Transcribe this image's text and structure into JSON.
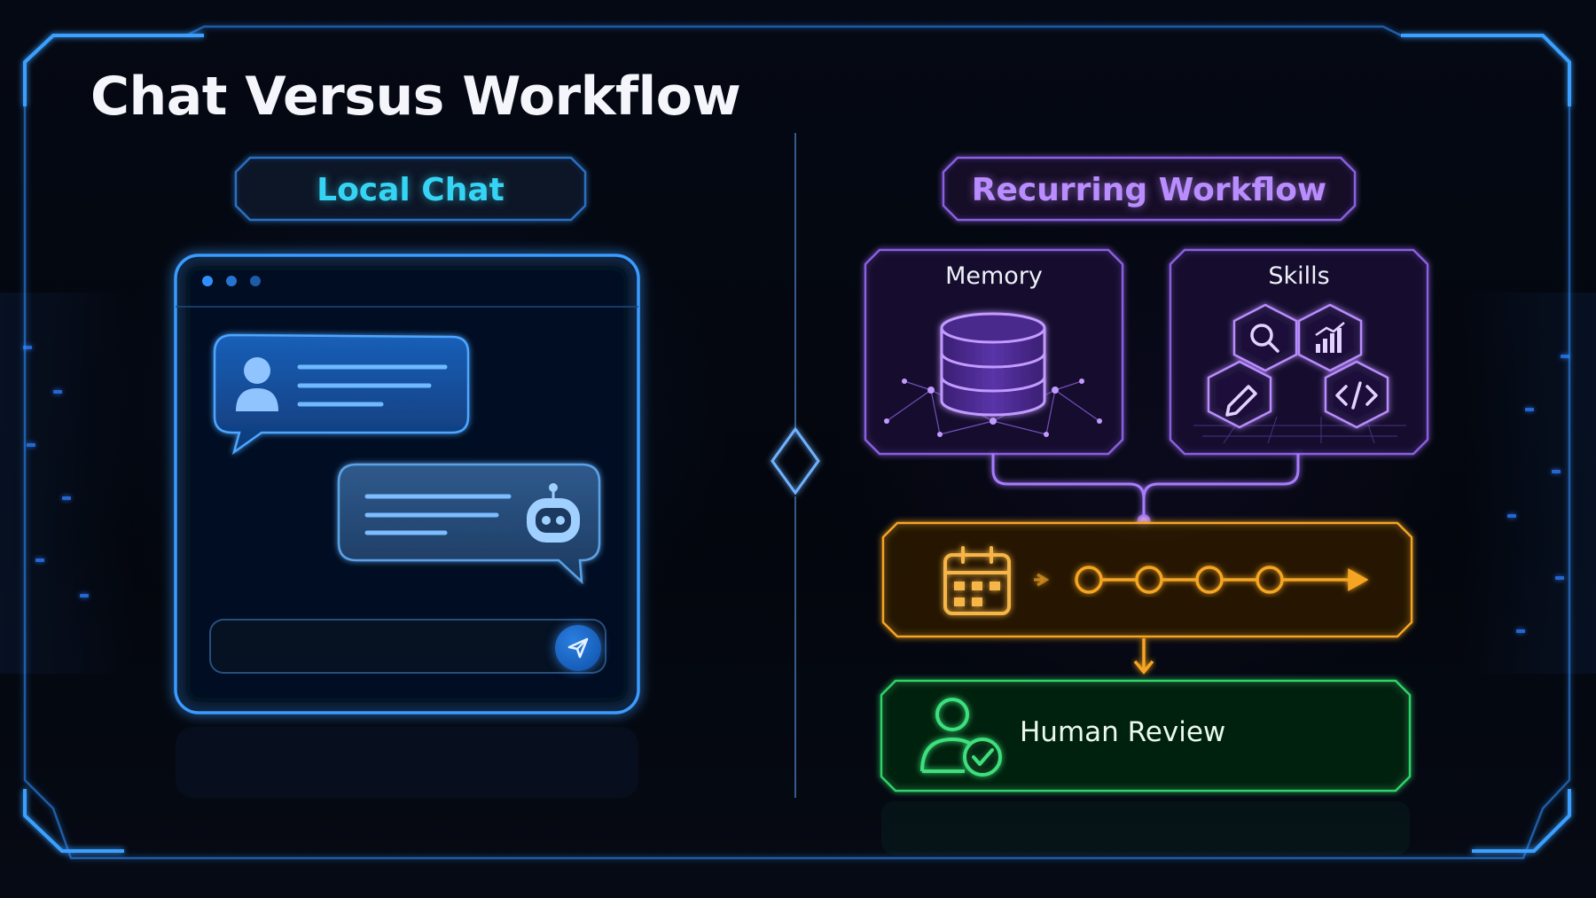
{
  "title": "Chat Versus Workflow",
  "left_panel": {
    "heading": "Local Chat"
  },
  "right_panel": {
    "heading": "Recurring Workflow",
    "memory_label": "Memory",
    "skills_label": "Skills",
    "review_label": "Human Review"
  },
  "icons": {
    "window_dots": "window-dots-icon",
    "user": "user-icon",
    "robot": "robot-icon",
    "send": "send-icon",
    "database": "database-icon",
    "search": "search-icon",
    "chart": "bar-chart-icon",
    "pencil": "pencil-icon",
    "code": "code-icon",
    "calendar": "calendar-icon",
    "review": "user-check-icon"
  },
  "colors": {
    "chat_accent": "#36d4f4",
    "chat_frame": "#2f8fff",
    "workflow_purple": "#a87bff",
    "schedule_orange": "#f5a524",
    "review_green": "#2fd36b"
  }
}
